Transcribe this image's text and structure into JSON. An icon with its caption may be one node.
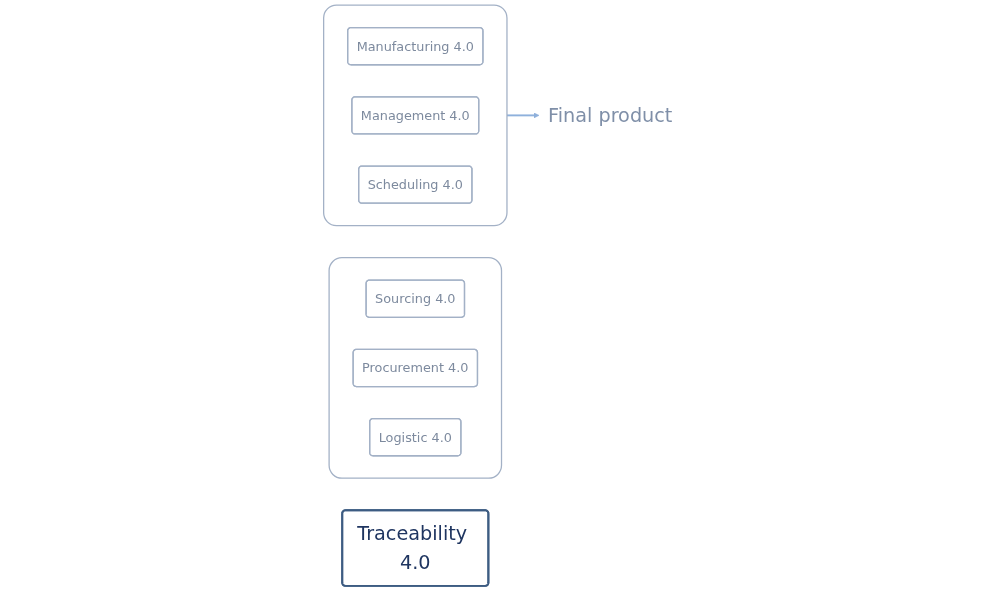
{
  "diagram": {
    "nodes": [
      {
        "text": [],
        "shape": "box"
      },
      {
        "text": [
          "Sourcing 4.0"
        ],
        "in": 0
      },
      {
        "text": [
          "Procurement 4.0"
        ],
        "in": 0
      },
      {
        "text": [
          "Logistic 4.0"
        ],
        "in": 0
      },
      {
        "text": [],
        "shape": "box"
      },
      {
        "text": [
          "Manufacturing 4.0"
        ],
        "in": 4
      },
      {
        "text": [
          "Management 4.0"
        ],
        "in": 4
      },
      {
        "text": [
          "Scheduling 4.0"
        ],
        "in": 4
      },
      {
        "text": [
          "Traceability 4.0"
        ]
      },
      {
        "text": [
          "Final product"
        ]
      }
    ],
    "edges": [
      {
        "from": 4,
        "to": 9,
        "arrow": "to"
      }
    ]
  }
}
